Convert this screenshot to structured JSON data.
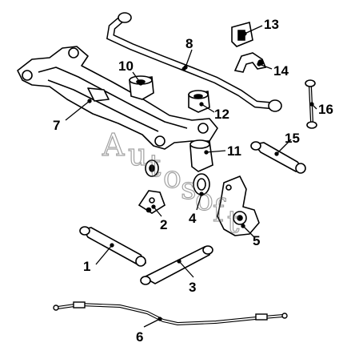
{
  "callouts": [
    {
      "id": "1",
      "label": "1"
    },
    {
      "id": "2",
      "label": "2"
    },
    {
      "id": "3",
      "label": "3"
    },
    {
      "id": "4",
      "label": "4"
    },
    {
      "id": "5",
      "label": "5"
    },
    {
      "id": "6",
      "label": "6"
    },
    {
      "id": "7",
      "label": "7"
    },
    {
      "id": "8",
      "label": "8"
    },
    {
      "id": "10",
      "label": "10"
    },
    {
      "id": "11",
      "label": "11"
    },
    {
      "id": "12",
      "label": "12"
    },
    {
      "id": "13",
      "label": "13"
    },
    {
      "id": "14",
      "label": "14"
    },
    {
      "id": "15",
      "label": "15"
    },
    {
      "id": "16",
      "label": "16"
    }
  ],
  "watermark": {
    "letters": [
      "A",
      "u",
      "t",
      "o",
      "s",
      "o",
      "f",
      "t"
    ]
  },
  "colors": {
    "line": "#000000",
    "background": "#ffffff",
    "watermark": "#555555"
  }
}
